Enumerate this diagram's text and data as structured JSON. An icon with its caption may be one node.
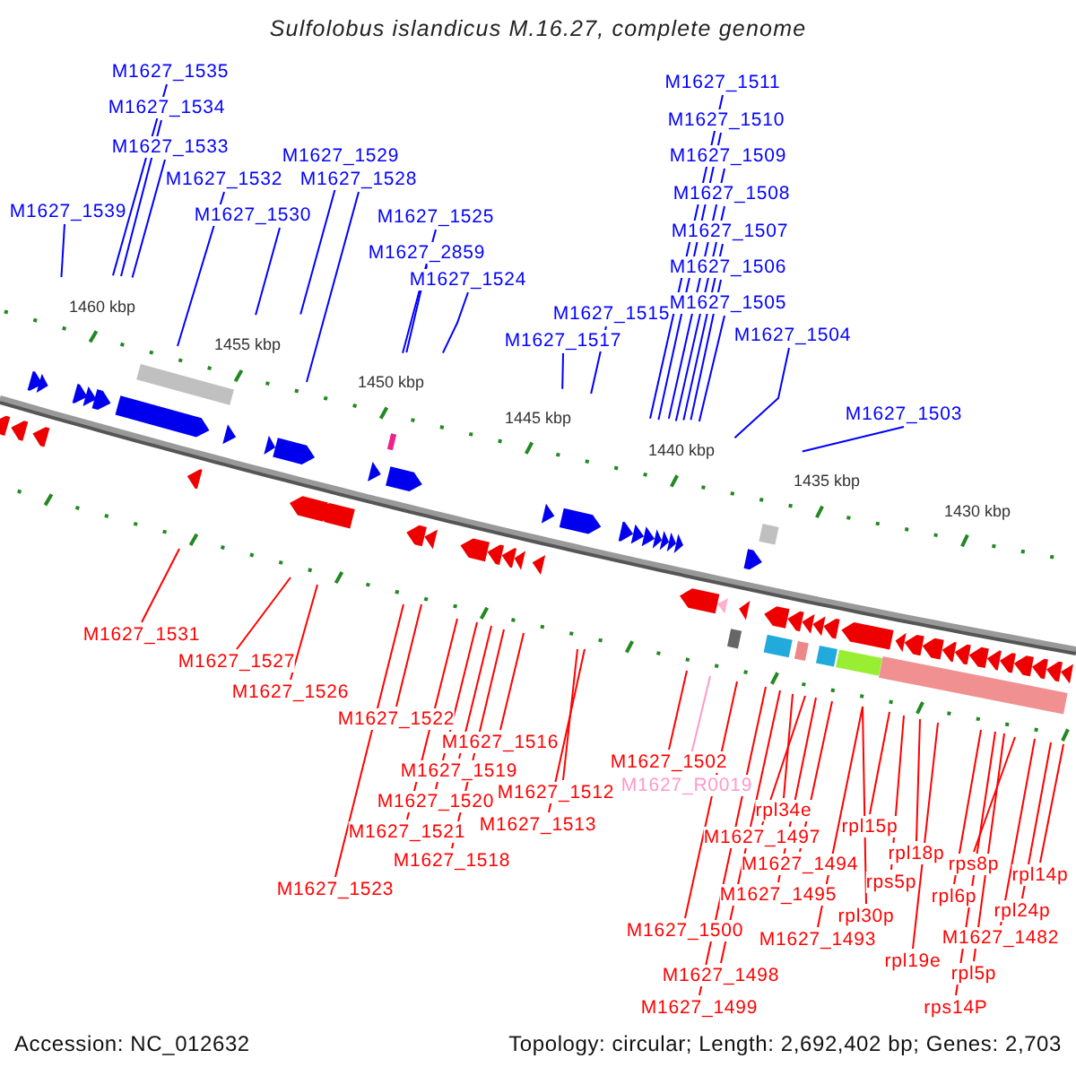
{
  "diagram": {
    "title": "Sulfolobus islandicus M.16.27, complete genome",
    "nodes": [
      {
        "text": [
          "M1627_1535"
        ]
      },
      {
        "text": [
          "M1627_1534"
        ]
      },
      {
        "text": [
          "M1627_1533"
        ]
      },
      {
        "text": [
          "M1627_1529"
        ]
      },
      {
        "text": [
          "M1627_1532"
        ]
      },
      {
        "text": [
          "M1627_1528"
        ]
      },
      {
        "text": [
          "M1627_1539"
        ]
      },
      {
        "text": [
          "M1627_1530"
        ]
      },
      {
        "text": [
          "M1627_1525"
        ]
      },
      {
        "text": [
          "M1627_2859"
        ]
      },
      {
        "text": [
          "M1627_1524"
        ]
      },
      {
        "text": [
          "M1627_1511"
        ]
      },
      {
        "text": [
          "M1627_1510"
        ]
      },
      {
        "text": [
          "M1627_1509"
        ]
      },
      {
        "text": [
          "M1627_1508"
        ]
      },
      {
        "text": [
          "M1627_1507"
        ]
      },
      {
        "text": [
          "M1627_1506"
        ]
      },
      {
        "text": [
          "M1627_1505"
        ]
      },
      {
        "text": [
          "M1627_1515"
        ]
      },
      {
        "text": [
          "M1627_1504"
        ]
      },
      {
        "text": [
          "M1627_1517"
        ]
      },
      {
        "text": [
          "M1627_1503"
        ]
      },
      {
        "text": [
          "M1627_1531"
        ]
      },
      {
        "text": [
          "M1627_1527"
        ]
      },
      {
        "text": [
          "M1627_1526"
        ]
      },
      {
        "text": [
          "M1627_1522"
        ]
      },
      {
        "text": [
          "M1627_1516"
        ]
      },
      {
        "text": [
          "M1627_1519"
        ]
      },
      {
        "text": [
          "M1627_1512"
        ]
      },
      {
        "text": [
          "M1627_1520"
        ]
      },
      {
        "text": [
          "M1627_1513"
        ]
      },
      {
        "text": [
          "M1627_1521"
        ]
      },
      {
        "text": [
          "M1627_1518"
        ]
      },
      {
        "text": [
          "M1627_1523"
        ]
      },
      {
        "text": [
          "M1627_1502"
        ]
      },
      {
        "text": [
          "M1627_R0019"
        ]
      },
      {
        "text": [
          "rpl34e"
        ]
      },
      {
        "text": [
          "rpl15p"
        ]
      },
      {
        "text": [
          "M1627_1497"
        ]
      },
      {
        "text": [
          "rpl18p"
        ]
      },
      {
        "text": [
          "M1627_1494"
        ]
      },
      {
        "text": [
          "rps8p"
        ]
      },
      {
        "text": [
          "rpl14p"
        ]
      },
      {
        "text": [
          "rps5p"
        ]
      },
      {
        "text": [
          "M1627_1495"
        ]
      },
      {
        "text": [
          "rpl6p"
        ]
      },
      {
        "text": [
          "rpl24p"
        ]
      },
      {
        "text": [
          "rpl30p"
        ]
      },
      {
        "text": [
          "M1627_1500"
        ]
      },
      {
        "text": [
          "M1627_1482"
        ]
      },
      {
        "text": [
          "M1627_1493"
        ]
      },
      {
        "text": [
          "rpl19e"
        ]
      },
      {
        "text": [
          "M1627_1498"
        ]
      },
      {
        "text": [
          "rpl5p"
        ]
      },
      {
        "text": [
          "M1627_1499"
        ]
      },
      {
        "text": [
          "rps14P"
        ]
      }
    ],
    "edges": [
      {
        "from": 0,
        "to": null,
        "arrow": "none",
        "color": "#0000ff"
      },
      {
        "from": 1,
        "to": null,
        "arrow": "none",
        "color": "#0000ff"
      },
      {
        "from": 2,
        "to": null,
        "arrow": "none",
        "color": "#0000ff"
      },
      {
        "from": 3,
        "to": null,
        "arrow": "none",
        "color": "#0000ff"
      },
      {
        "from": 4,
        "to": null,
        "arrow": "none",
        "color": "#0000ff"
      },
      {
        "from": 5,
        "to": null,
        "arrow": "none",
        "color": "#0000ff"
      },
      {
        "from": 6,
        "to": null,
        "arrow": "none",
        "color": "#0000ff"
      },
      {
        "from": 7,
        "to": null,
        "arrow": "none",
        "color": "#0000ff"
      },
      {
        "from": 8,
        "to": null,
        "arrow": "none",
        "color": "#0000ff"
      },
      {
        "from": 9,
        "to": null,
        "arrow": "none",
        "color": "#0000ff"
      },
      {
        "from": 10,
        "to": null,
        "arrow": "none",
        "color": "#0000ff"
      },
      {
        "from": 11,
        "to": null,
        "arrow": "none",
        "color": "#0000ff"
      },
      {
        "from": 12,
        "to": null,
        "arrow": "none",
        "color": "#0000ff"
      },
      {
        "from": 13,
        "to": null,
        "arrow": "none",
        "color": "#0000ff"
      },
      {
        "from": 14,
        "to": null,
        "arrow": "none",
        "color": "#0000ff"
      },
      {
        "from": 15,
        "to": null,
        "arrow": "none",
        "color": "#0000ff"
      },
      {
        "from": 16,
        "to": null,
        "arrow": "none",
        "color": "#0000ff"
      },
      {
        "from": 17,
        "to": null,
        "arrow": "none",
        "color": "#0000ff"
      },
      {
        "from": 18,
        "to": null,
        "arrow": "none",
        "color": "#0000ff"
      },
      {
        "from": 19,
        "to": null,
        "arrow": "none",
        "color": "#0000ff"
      },
      {
        "from": 20,
        "to": null,
        "arrow": "none",
        "color": "#0000ff"
      },
      {
        "from": 21,
        "to": null,
        "arrow": "none",
        "color": "#0000ff"
      },
      {
        "from": 22,
        "to": null,
        "arrow": "none"
      },
      {
        "from": 23,
        "to": null,
        "arrow": "none"
      },
      {
        "from": 24,
        "to": null,
        "arrow": "none"
      },
      {
        "from": 25,
        "to": null,
        "arrow": "none"
      },
      {
        "from": 26,
        "to": null,
        "arrow": "none"
      },
      {
        "from": 27,
        "to": null,
        "arrow": "none"
      },
      {
        "from": 28,
        "to": null,
        "arrow": "none"
      },
      {
        "from": 29,
        "to": null,
        "arrow": "none"
      },
      {
        "from": 30,
        "to": null,
        "arrow": "none"
      },
      {
        "from": 31,
        "to": null,
        "arrow": "none"
      },
      {
        "from": 32,
        "to": null,
        "arrow": "none"
      },
      {
        "from": 33,
        "to": null,
        "arrow": "none"
      },
      {
        "from": 34,
        "to": null,
        "arrow": "none"
      },
      {
        "from": 35,
        "to": null,
        "arrow": "none",
        "color": "#ff99cc"
      },
      {
        "from": 36,
        "to": null,
        "arrow": "none"
      },
      {
        "from": 37,
        "to": null,
        "arrow": "none"
      },
      {
        "from": 38,
        "to": null,
        "arrow": "none"
      },
      {
        "from": 39,
        "to": null,
        "arrow": "none"
      },
      {
        "from": 40,
        "to": null,
        "arrow": "none"
      },
      {
        "from": 41,
        "to": null,
        "arrow": "none"
      },
      {
        "from": 42,
        "to": null,
        "arrow": "none"
      },
      {
        "from": 43,
        "to": null,
        "arrow": "none"
      },
      {
        "from": 44,
        "to": null,
        "arrow": "none"
      },
      {
        "from": 45,
        "to": null,
        "arrow": "none"
      },
      {
        "from": 46,
        "to": null,
        "arrow": "none"
      },
      {
        "from": 47,
        "to": null,
        "arrow": "none"
      },
      {
        "from": 48,
        "to": null,
        "arrow": "none"
      },
      {
        "from": 49,
        "to": null,
        "arrow": "none"
      },
      {
        "from": 50,
        "to": null,
        "arrow": "none"
      },
      {
        "from": 51,
        "to": null,
        "arrow": "none"
      },
      {
        "from": 52,
        "to": null,
        "arrow": "none"
      },
      {
        "from": 53,
        "to": null,
        "arrow": "none"
      },
      {
        "from": 54,
        "to": null,
        "arrow": "none"
      },
      {
        "from": 55,
        "to": null,
        "arrow": "none"
      }
    ],
    "labels": [
      "1460 kbp",
      "1455 kbp",
      "1450 kbp",
      "1445 kbp",
      "1440 kbp",
      "1435 kbp",
      "1430 kbp",
      "Accession: NC_012632",
      "Topology: circular; Length: 2,692,402 bp; Genes: 2,703"
    ]
  }
}
